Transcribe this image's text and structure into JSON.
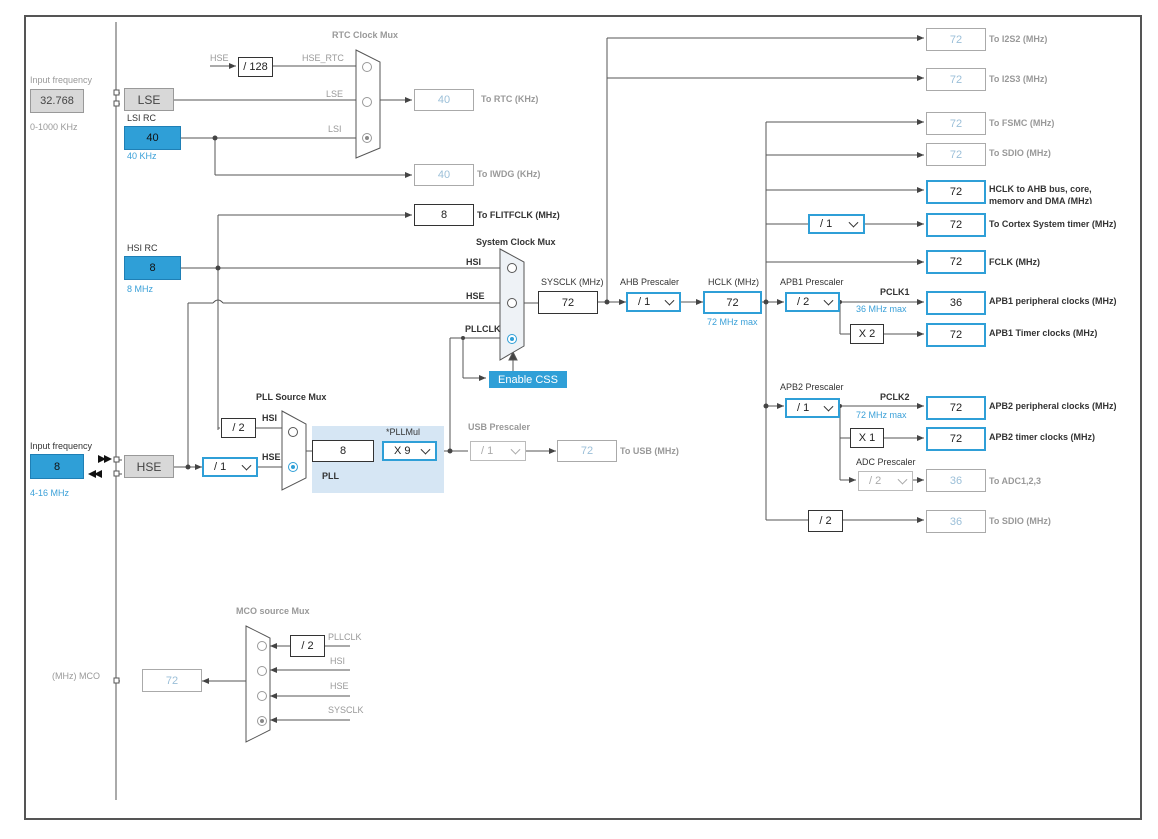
{
  "input_lse": {
    "label": "Input frequency",
    "value": "32.768",
    "range": "0-1000 KHz"
  },
  "lse": {
    "label": "LSE"
  },
  "lsi": {
    "label": "LSI RC",
    "value": "40",
    "freq": "40 KHz"
  },
  "hsi": {
    "label": "HSI RC",
    "value": "8",
    "freq": "8 MHz"
  },
  "input_hse": {
    "label": "Input frequency",
    "value": "8",
    "range": "4-16 MHz"
  },
  "hse": {
    "label": "HSE"
  },
  "rtc_mux": {
    "title": "RTC Clock Mux",
    "hse": "HSE",
    "div": "/ 128",
    "hse_rtc": "HSE_RTC",
    "lse": "LSE",
    "lsi": "LSI"
  },
  "rtc_out": {
    "value": "40",
    "label": "To RTC (KHz)"
  },
  "iwdg_out": {
    "value": "40",
    "label": "To IWDG (KHz)"
  },
  "flit_out": {
    "value": "8",
    "label": "To FLITFCLK (MHz)"
  },
  "sys_mux": {
    "title": "System Clock Mux",
    "hsi": "HSI",
    "hse": "HSE",
    "pllclk": "PLLCLK"
  },
  "css_button": "Enable CSS",
  "sysclk": {
    "label": "SYSCLK (MHz)",
    "value": "72"
  },
  "ahb": {
    "label": "AHB Prescaler",
    "value": "/ 1"
  },
  "hclk": {
    "label": "HCLK (MHz)",
    "value": "72",
    "max": "72 MHz max"
  },
  "pll_mux": {
    "title": "PLL Source Mux",
    "hsi": "HSI",
    "hse": "HSE",
    "hsi_div": "/ 2"
  },
  "hse_div": "/ 1",
  "pll": {
    "value": "8",
    "label": "PLL",
    "mul_label": "*PLLMul",
    "mul": "X 9"
  },
  "usb": {
    "label": "USB Prescaler",
    "div": "/ 1",
    "value": "72",
    "out": "To USB (MHz)"
  },
  "apb1": {
    "label": "APB1 Prescaler",
    "value": "/ 2",
    "pclk": "PCLK1",
    "max": "36 MHz max",
    "timer_mul": "X 2"
  },
  "apb2": {
    "label": "APB2 Prescaler",
    "value": "/ 1",
    "pclk": "PCLK2",
    "max": "72 MHz max",
    "timer_mul": "X 1"
  },
  "adc": {
    "label": "ADC Prescaler",
    "value": "/ 2"
  },
  "cortex_div": "/ 1",
  "sdio_div": "/ 2",
  "outputs": {
    "i2s2": {
      "value": "72",
      "label": "To I2S2 (MHz)"
    },
    "i2s3": {
      "value": "72",
      "label": "To I2S3 (MHz)"
    },
    "fsmc": {
      "value": "72",
      "label": "To FSMC (MHz)"
    },
    "sdio1": {
      "value": "72",
      "label": "To SDIO (MHz)"
    },
    "hclk_ahb": {
      "value": "72",
      "label": "HCLK to AHB bus, core,",
      "label2": "memory and DMA (MHz)"
    },
    "cortex": {
      "value": "72",
      "label": "To Cortex System timer (MHz)"
    },
    "fclk": {
      "value": "72",
      "label": "FCLK (MHz)"
    },
    "apb1_periph": {
      "value": "36",
      "label": "APB1 peripheral clocks (MHz)"
    },
    "apb1_timer": {
      "value": "72",
      "label": "APB1 Timer clocks (MHz)"
    },
    "apb2_periph": {
      "value": "72",
      "label": "APB2 peripheral clocks (MHz)"
    },
    "apb2_timer": {
      "value": "72",
      "label": "APB2 timer clocks (MHz)"
    },
    "adc": {
      "value": "36",
      "label": "To ADC1,2,3"
    },
    "sdio2": {
      "value": "36",
      "label": "To SDIO (MHz)"
    }
  },
  "mco": {
    "title": "MCO source Mux",
    "div": "/ 2",
    "pllclk": "PLLCLK",
    "hsi": "HSI",
    "hse": "HSE",
    "sysclk": "SYSCLK",
    "label": "(MHz) MCO",
    "value": "72"
  },
  "colors": {
    "accent": "#2f9fd7",
    "line": "#555555"
  }
}
